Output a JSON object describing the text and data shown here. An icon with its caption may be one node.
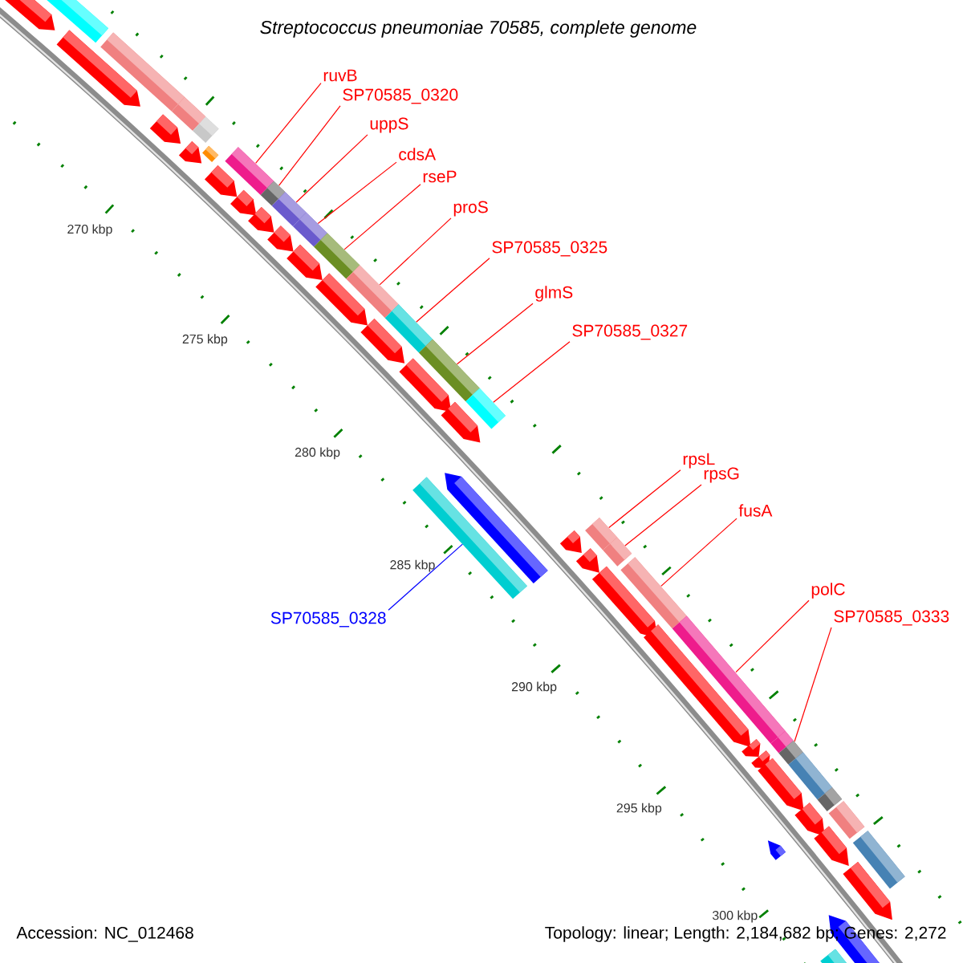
{
  "diagram": {
    "title": "Streptococcus pneumoniae 70585, complete genome",
    "nodes": [
      {
        "text": [
          "ruvB"
        ]
      },
      {
        "text": [
          "SP70585_0320"
        ]
      },
      {
        "text": [
          "uppS"
        ]
      },
      {
        "text": [
          "cdsA"
        ]
      },
      {
        "text": [
          "rseP"
        ]
      },
      {
        "text": [
          "proS"
        ]
      },
      {
        "text": [
          "SP70585_0325"
        ]
      },
      {
        "text": [
          "glmS"
        ]
      },
      {
        "text": [
          "SP70585_0327"
        ]
      },
      {
        "text": [
          "rpsL"
        ]
      },
      {
        "text": [
          "rpsG"
        ]
      },
      {
        "text": [
          "fusA"
        ]
      },
      {
        "text": [
          "polC"
        ]
      },
      {
        "text": [
          "SP70585_0328"
        ]
      },
      {
        "text": [
          "SP70585_0333"
        ]
      },
      {
        "text": [],
        "shape": "pentagon"
      },
      {
        "text": [],
        "shape": "bar"
      },
      {
        "text": [],
        "shape": "pentagon"
      },
      {
        "text": [],
        "shape": "bar"
      },
      {
        "text": [],
        "shape": "pentagon"
      },
      {
        "text": [],
        "shape": "bar"
      },
      {
        "text": [],
        "shape": "bar"
      },
      {
        "text": [],
        "shape": "pentagon"
      },
      {
        "text": [],
        "shape": "bar"
      },
      {
        "text": [],
        "shape": "pentagon"
      },
      {
        "text": [],
        "shape": "bar"
      },
      {
        "text": [],
        "shape": "pentagon"
      },
      {
        "text": [],
        "shape": "bar"
      },
      {
        "text": [],
        "shape": "pentagon"
      },
      {
        "text": [],
        "shape": "bar"
      },
      {
        "text": [],
        "shape": "pentagon"
      },
      {
        "text": [],
        "shape": "bar"
      },
      {
        "text": [],
        "shape": "pentagon"
      },
      {
        "text": [],
        "shape": "bar"
      },
      {
        "text": [],
        "shape": "pentagon"
      },
      {
        "text": [],
        "shape": "bar"
      },
      {
        "text": [],
        "shape": "pentagon"
      },
      {
        "text": [],
        "shape": "bar"
      },
      {
        "text": [],
        "shape": "pentagon"
      },
      {
        "text": [],
        "shape": "bar"
      },
      {
        "text": [],
        "shape": "pentagon"
      },
      {
        "text": [],
        "shape": "bar"
      },
      {
        "text": [],
        "shape": "bar"
      },
      {
        "text": [],
        "shape": "pentagon"
      },
      {
        "text": [],
        "shape": "pentagon"
      },
      {
        "text": [],
        "shape": "bar"
      },
      {
        "text": [],
        "shape": "pentagon"
      },
      {
        "text": [],
        "shape": "bar"
      },
      {
        "text": [],
        "shape": "pentagon"
      },
      {
        "text": [],
        "shape": "bar"
      },
      {
        "text": [],
        "shape": "pentagon"
      },
      {
        "text": [],
        "shape": "bar"
      },
      {
        "text": [],
        "shape": "pentagon"
      },
      {
        "text": [],
        "shape": "bar"
      },
      {
        "text": [],
        "shape": "pentagon"
      },
      {
        "text": [],
        "shape": "pentagon"
      },
      {
        "text": [],
        "shape": "bar"
      },
      {
        "text": [],
        "shape": "bar"
      },
      {
        "text": [],
        "shape": "pentagon"
      },
      {
        "text": [],
        "shape": "bar"
      },
      {
        "text": [],
        "shape": "pentagon"
      },
      {
        "text": [],
        "shape": "bar"
      },
      {
        "text": [],
        "shape": "pentagon"
      },
      {
        "text": [],
        "shape": "bar"
      },
      {
        "text": [],
        "shape": "pentagon"
      },
      {
        "text": [],
        "shape": "pentagon"
      },
      {
        "text": [],
        "shape": "bar"
      }
    ],
    "edges": [
      {
        "from": 0,
        "to": 25,
        "arrow": "none"
      },
      {
        "from": 1,
        "to": 27,
        "arrow": "none"
      },
      {
        "from": 2,
        "to": 29,
        "arrow": "none"
      },
      {
        "from": 3,
        "to": 31,
        "arrow": "none"
      },
      {
        "from": 4,
        "to": 33,
        "arrow": "none"
      },
      {
        "from": 5,
        "to": 35,
        "arrow": "none"
      },
      {
        "from": 6,
        "to": 37,
        "arrow": "none"
      },
      {
        "from": 7,
        "to": 39,
        "arrow": "none"
      },
      {
        "from": 8,
        "to": 41,
        "arrow": "none"
      },
      {
        "from": 9,
        "to": 45,
        "arrow": "none"
      },
      {
        "from": 10,
        "to": 47,
        "arrow": "none"
      },
      {
        "from": 11,
        "to": 49,
        "arrow": "none"
      },
      {
        "from": 12,
        "to": 51,
        "arrow": "none"
      },
      {
        "from": 13,
        "to": 42,
        "arrow": "none",
        "color": "#0000ff"
      },
      {
        "from": 14,
        "to": 56,
        "arrow": "none"
      }
    ],
    "labels": [
      "270 kbp",
      "275 kbp",
      "280 kbp",
      "285 kbp",
      "290 kbp",
      "295 kbp",
      "300 kbp",
      "Accession: NC_012468",
      "Topology: linear; Length: 2,184,682 bp; Genes: 2,272"
    ]
  }
}
